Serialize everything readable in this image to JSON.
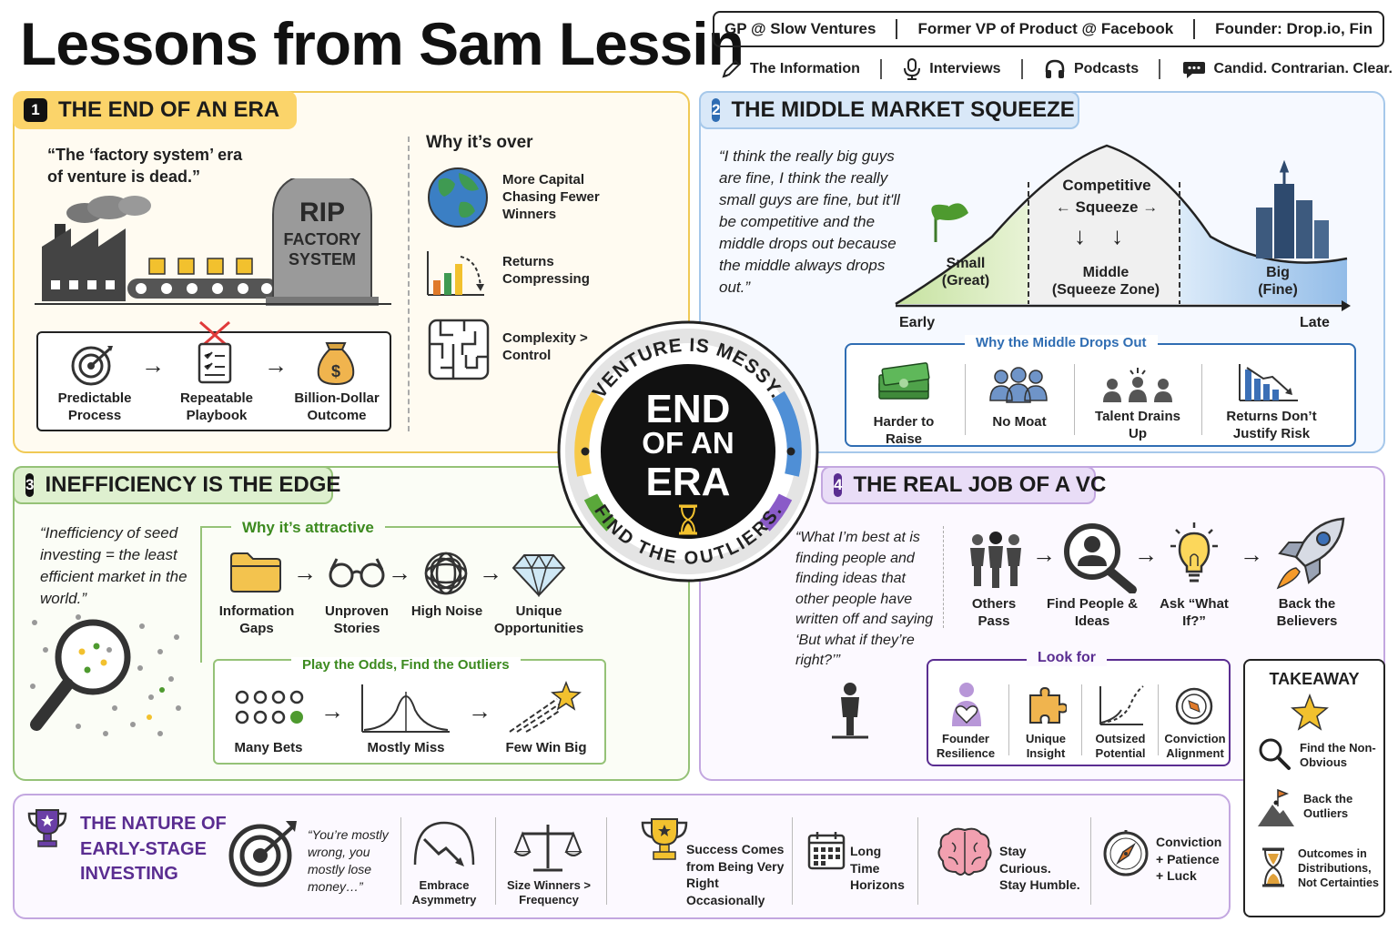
{
  "header": {
    "title": "Lessons from Sam Lessin",
    "credentials": [
      "GP @ Slow Ventures",
      "Former VP of Product @ Facebook",
      "Founder: Drop.io, Fin"
    ],
    "sources": [
      {
        "icon": "pen-icon",
        "label": "The Information"
      },
      {
        "icon": "microphone-icon",
        "label": "Interviews"
      },
      {
        "icon": "headphones-icon",
        "label": "Podcasts"
      },
      {
        "icon": "speech-bubble-icon",
        "label": "Candid. Contrarian. Clear."
      }
    ]
  },
  "section1": {
    "number": "1",
    "title": "THE END OF AN ERA",
    "quote": "“The ‘factory system’ era of venture is dead.”",
    "tombstone": {
      "line1": "RIP",
      "line2": "FACTORY",
      "line3": "SYSTEM"
    },
    "process": [
      "Predictable Process",
      "Repeatable Playbook",
      "Billion-Dollar Outcome"
    ],
    "why_title": "Why it’s over",
    "why_items": [
      {
        "icon": "globe-icon",
        "label": "More Capital Chasing Fewer Winners"
      },
      {
        "icon": "compressing-chart-icon",
        "label": "Returns Compressing"
      },
      {
        "icon": "maze-icon",
        "label": "Complexity > Control"
      }
    ]
  },
  "section2": {
    "number": "2",
    "title": "THE MIDDLE MARKET SQUEEZE",
    "quote": "“I think the really big guys are fine, I think the really small guys are fine, but it'll be competitive and the middle drops out because the middle always drops out.”",
    "curve": {
      "squeeze_line1": "Competitive",
      "squeeze_line2": "Squeeze",
      "small": "Small",
      "small_sub": "(Great)",
      "middle": "Middle",
      "middle_sub": "(Squeeze Zone)",
      "big": "Big",
      "big_sub": "(Fine)",
      "axis_start": "Early",
      "axis_end": "Late"
    },
    "drops_title": "Why the Middle Drops Out",
    "drops": [
      "Harder to Raise",
      "No Moat",
      "Talent Drains Up",
      "Returns Don’t Justify Risk"
    ]
  },
  "center_badge": {
    "top_arc": "VENTURE IS MESSY.",
    "bottom_arc": "FIND THE OUTLIERS.",
    "line1": "END",
    "line2": "OF AN",
    "line3": "ERA"
  },
  "section3": {
    "number": "3",
    "title": "INEFFICIENCY IS THE EDGE",
    "quote": "“Inefficiency of seed investing = the least efficient market in the world.”",
    "attractive_title": "Why it’s attractive",
    "attractive": [
      "Information Gaps",
      "Unproven Stories",
      "High Noise",
      "Unique Opportunities"
    ],
    "odds_title": "Play the Odds, Find the Outliers",
    "odds": [
      "Many Bets",
      "Mostly Miss",
      "Few Win Big"
    ]
  },
  "section4": {
    "number": "4",
    "title": "THE REAL JOB OF A VC",
    "quote": "“What I’m best at is finding people and finding ideas that other people have written off and saying ‘But what if they’re right?’”",
    "flow": [
      "Others Pass",
      "Find People & Ideas",
      "Ask “What If?”",
      "Back the Believers"
    ],
    "look_title": "Look for",
    "look": [
      "Founder Resilience",
      "Unique Insight",
      "Outsized Potential",
      "Conviction Alignment"
    ]
  },
  "takeaway": {
    "title": "TAKEAWAY",
    "items": [
      "Find the Non-Obvious",
      "Back the Outliers",
      "Outcomes in Distributions, Not Certainties"
    ]
  },
  "nature": {
    "title_line1": "THE NATURE OF",
    "title_line2": "EARLY-STAGE",
    "title_line3": "INVESTING",
    "quote": "“You’re mostly wrong, you mostly lose money…”",
    "items": [
      "Embrace Asymmetry",
      "Size Winners > Frequency",
      "Success Comes from Being Very Right Occasionally",
      "Long Time Horizons",
      "Stay Curious. Stay Humble.",
      "Conviction + Patience + Luck"
    ]
  },
  "colors": {
    "yellow": "#f7c948",
    "blue": "#2f6db3",
    "green": "#4e9a2f",
    "purple": "#5a2d91"
  }
}
